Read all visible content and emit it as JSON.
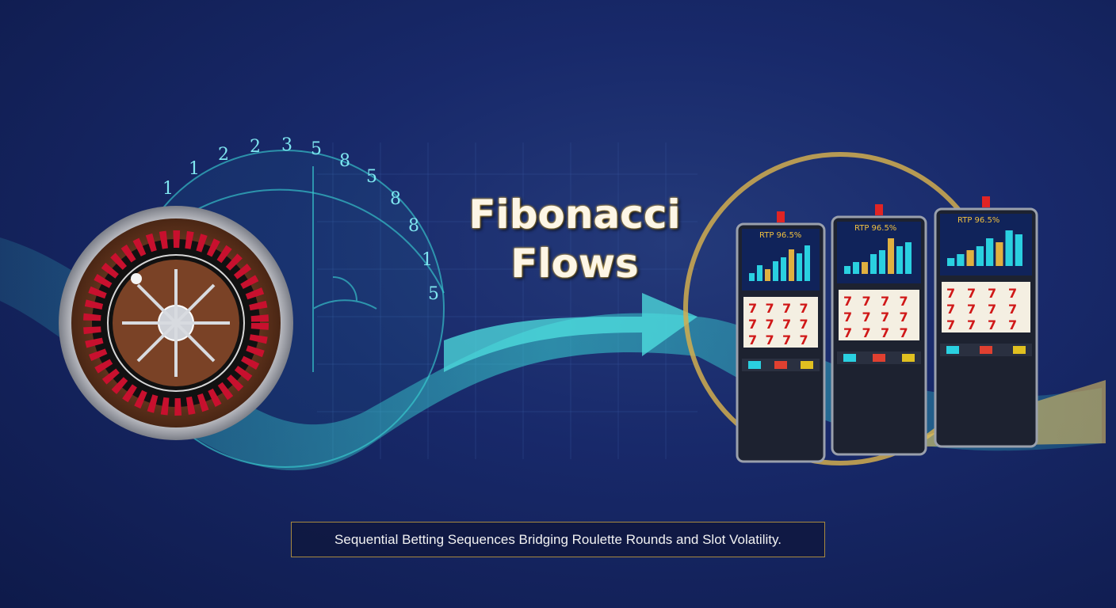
{
  "title_line1": "Fibonacci",
  "title_line2": "Flows",
  "caption": "Sequential Betting Sequences Bridging Roulette Rounds and Slot Volatility.",
  "fibonacci_arc_numbers": [
    "1",
    "1",
    "2",
    "2",
    "3",
    "5",
    "8",
    "5",
    "8",
    "8",
    "1",
    "5"
  ],
  "slot_machines": [
    {
      "screen_label": "RTP 96.5%",
      "bars": [
        2,
        4,
        3,
        5,
        6,
        8,
        7,
        9
      ]
    },
    {
      "screen_label": "RTP 96.5%",
      "bars": [
        2,
        3,
        3,
        5,
        6,
        9,
        7,
        8
      ]
    },
    {
      "screen_label": "RTP 96.5%",
      "bars": [
        2,
        3,
        4,
        5,
        7,
        6,
        9,
        8
      ]
    }
  ],
  "colors": {
    "background": "#18296a",
    "teal": "#3ad6d6",
    "gold": "#c9a64a",
    "roulette_red": "#c8102e",
    "roulette_wood": "#6b3a22"
  }
}
